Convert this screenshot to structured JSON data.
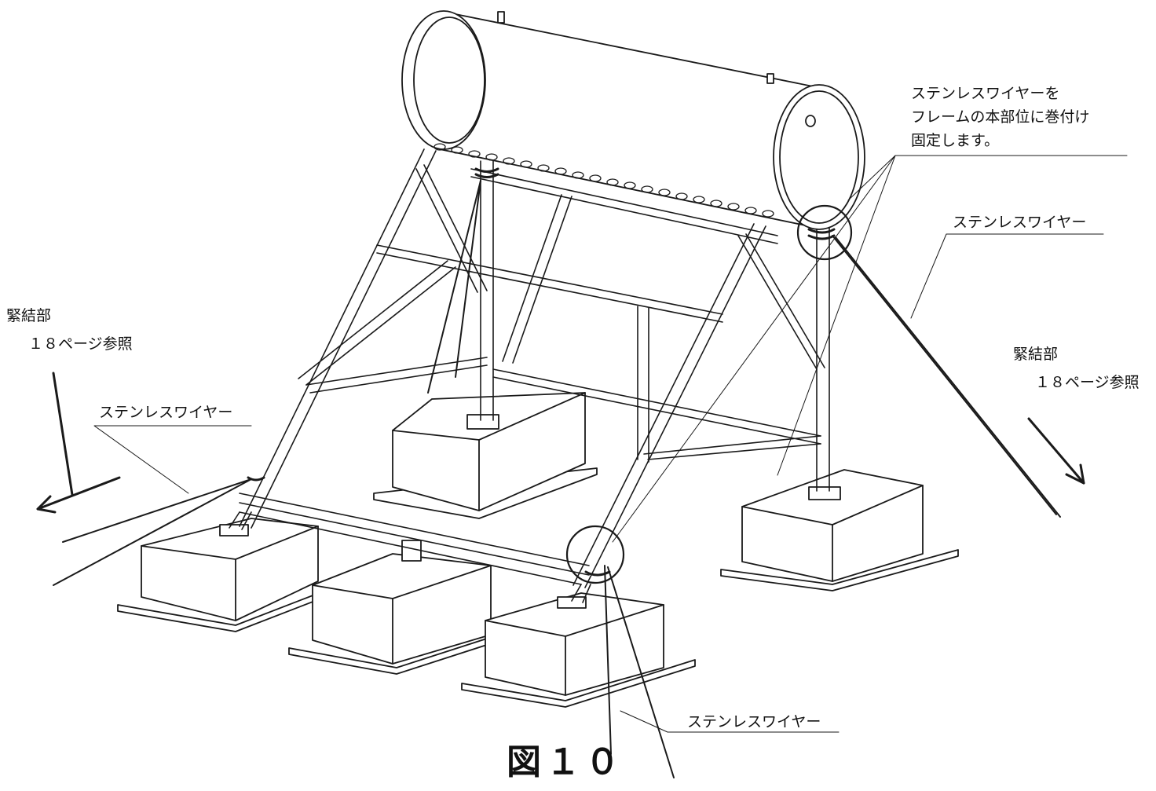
{
  "labels": {
    "instruction_lines": [
      "ステンレスワイヤーを",
      "フレームの本部位に巻付け",
      "固定します。"
    ],
    "wire": "ステンレスワイヤー",
    "fastening": "緊結部",
    "page_ref": "１８ページ参照",
    "figure": "図１０"
  },
  "colors": {
    "line": "#1a1a1a",
    "fill": "#ffffff"
  }
}
